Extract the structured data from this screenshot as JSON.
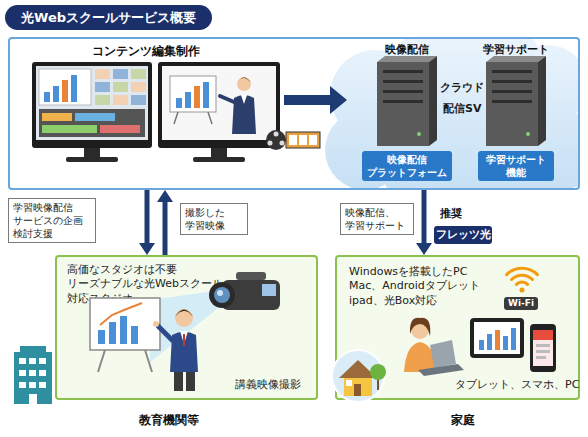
{
  "diagram": {
    "title": "光Webスクールサービス概要",
    "nodes": [
      {
        "text": [
          "コンテンツ編集制作"
        ]
      },
      {
        "text": [
          "映像配信",
          "映像配信 プラットフォーム"
        ],
        "in": 0
      },
      {
        "text": [
          "学習サポート",
          "学習サポート 機能"
        ],
        "in": 0
      },
      {
        "text": [
          "推奨",
          "フレッツ光"
        ]
      },
      {
        "text": [
          "高価なスタジオは不要 リーズナブルな光Webスクール 対応スタジオ",
          "講義映像撮影",
          "教育機関等"
        ]
      },
      {
        "text": [
          "Windowsを搭載したPC Mac、Androidタブレット ipad、光Box対応",
          "タブレット、スマホ、PC",
          "家庭"
        ]
      }
    ],
    "edges": [
      {
        "from": 0,
        "to": 4,
        "label": "学習映像配信 サービスの企画 検討支援",
        "arrow": "to"
      },
      {
        "from": 4,
        "to": 0,
        "label": "撮影した 学習映像",
        "arrow": "to"
      },
      {
        "from": 0,
        "to": 5,
        "label": "映像配信、 学習サポート",
        "arrow": "to"
      }
    ],
    "labels": [
      "クラウド",
      "配信SV",
      "Wi-Fi"
    ]
  }
}
